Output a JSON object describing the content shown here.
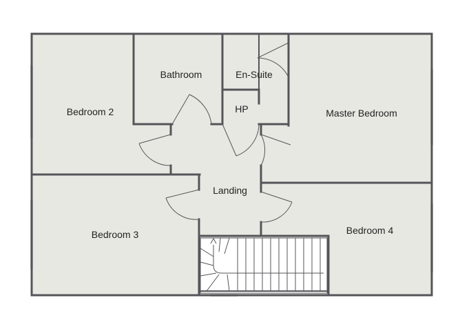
{
  "rooms": {
    "bedroom2": "Bedroom 2",
    "bathroom": "Bathroom",
    "ensuite": "En-Suite",
    "hp": "HP",
    "master": "Master Bedroom",
    "landing": "Landing",
    "bedroom3": "Bedroom 3",
    "bedroom4": "Bedroom 4"
  },
  "colors": {
    "floor": "#e8e8e2",
    "wall": "#555559",
    "window": "#c8c8c4",
    "door": "#555559"
  }
}
